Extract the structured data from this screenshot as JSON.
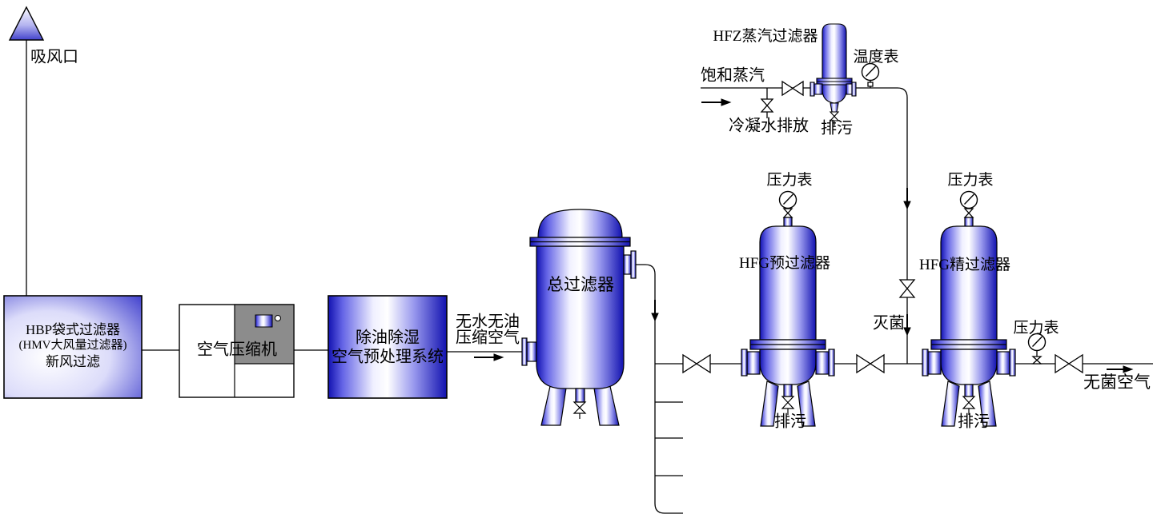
{
  "diagram": {
    "intake": {
      "label": "吸风口"
    },
    "fresh_air_filter": {
      "line1": "HBP袋式过滤器",
      "line2": "(HMV大风量过滤器)",
      "line3": "新风过滤"
    },
    "compressor": {
      "label": "空气压缩机"
    },
    "pretreatment": {
      "line1": "除油除湿",
      "line2": "空气预处理系统"
    },
    "compressed_air_note": {
      "line1": "无水无油",
      "line2": "压缩空气"
    },
    "main_filter": {
      "label": "总过滤器"
    },
    "steam_system": {
      "filter_label": "HFZ蒸汽过滤器",
      "inlet_label": "饱和蒸汽",
      "condensate_label": "冷凝水排放",
      "drain_label": "排污",
      "temp_gauge_label": "温度表",
      "sterilize_label": "灭菌"
    },
    "pre_filter": {
      "gauge_label": "压力表",
      "label": "HFG预过滤器",
      "drain_label": "排污"
    },
    "fine_filter": {
      "gauge_label": "压力表",
      "label": "HFG精过滤器",
      "drain_label": "排污"
    },
    "outlet_gauge_label": "压力表",
    "outlet": {
      "label": "无菌空气"
    },
    "colors": {
      "vessel_dark": "#1212b0",
      "vessel_light": "#ffffff",
      "panel_gray": "#8c8c8c",
      "line": "#000000",
      "background": "#ffffff"
    }
  }
}
